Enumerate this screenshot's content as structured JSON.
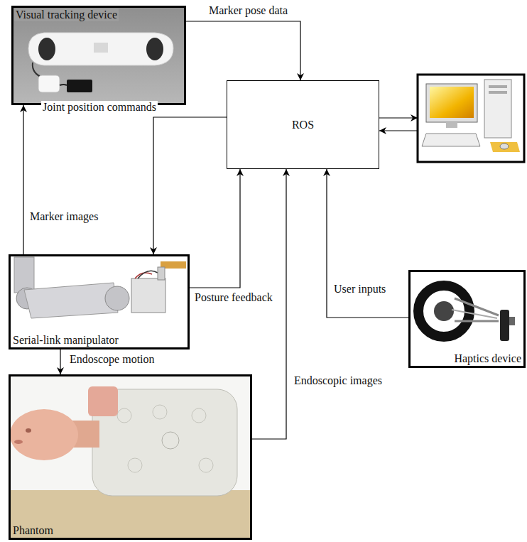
{
  "diagram": {
    "nodes": [
      {
        "text": [
          "Visual tracking device"
        ]
      },
      {
        "text": [
          "ROS"
        ]
      },
      {
        "text": [
          "Serial-link manipulator"
        ]
      },
      {
        "text": [
          "Haptics device"
        ]
      },
      {
        "text": [
          "Phantom"
        ]
      }
    ],
    "edges": [
      {
        "from": 0,
        "to": 1,
        "label": "Marker pose data",
        "arrow": "to"
      },
      {
        "from": 1,
        "to": 2,
        "label": "Joint position commands",
        "arrow": "to"
      },
      {
        "from": 2,
        "to": 0,
        "label": "Marker images",
        "arrow": "to"
      },
      {
        "from": 2,
        "to": 1,
        "label": "Posture feedback",
        "arrow": "to"
      },
      {
        "from": 4,
        "to": 1,
        "label": "Endoscopic images",
        "arrow": "to"
      },
      {
        "from": 3,
        "to": 1,
        "label": "User inputs",
        "arrow": "to"
      },
      {
        "from": 2,
        "to": 4,
        "label": "Endoscope motion",
        "arrow": "to"
      }
    ]
  }
}
